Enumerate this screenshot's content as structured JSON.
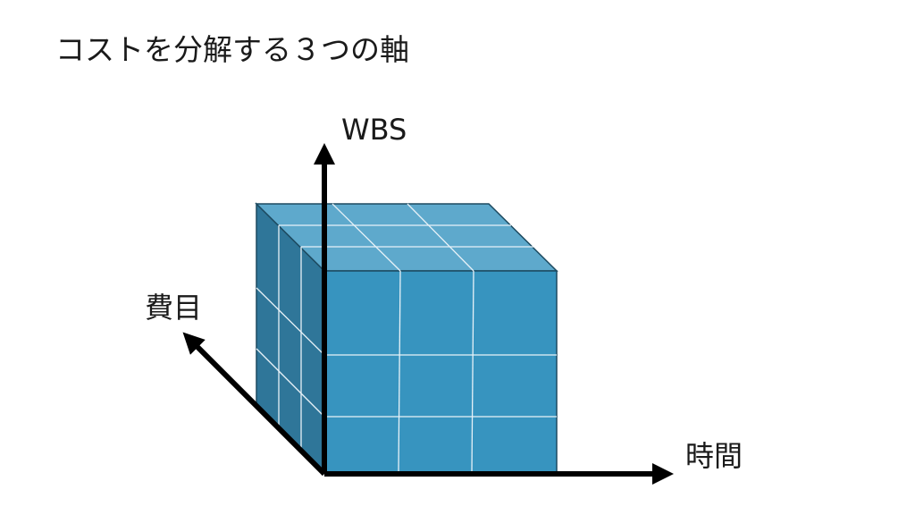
{
  "title": "コストを分解する３つの軸",
  "axes": {
    "vertical_label": "WBS",
    "depth_label": "費目",
    "horizontal_label": "時間"
  },
  "colors": {
    "cube_front": "#3794bf",
    "cube_top": "#5ea9cc",
    "cube_side": "#2f7699",
    "cube_outline": "#1d4a60",
    "grid_lines": "#e8f2f8",
    "axis": "#000000"
  }
}
